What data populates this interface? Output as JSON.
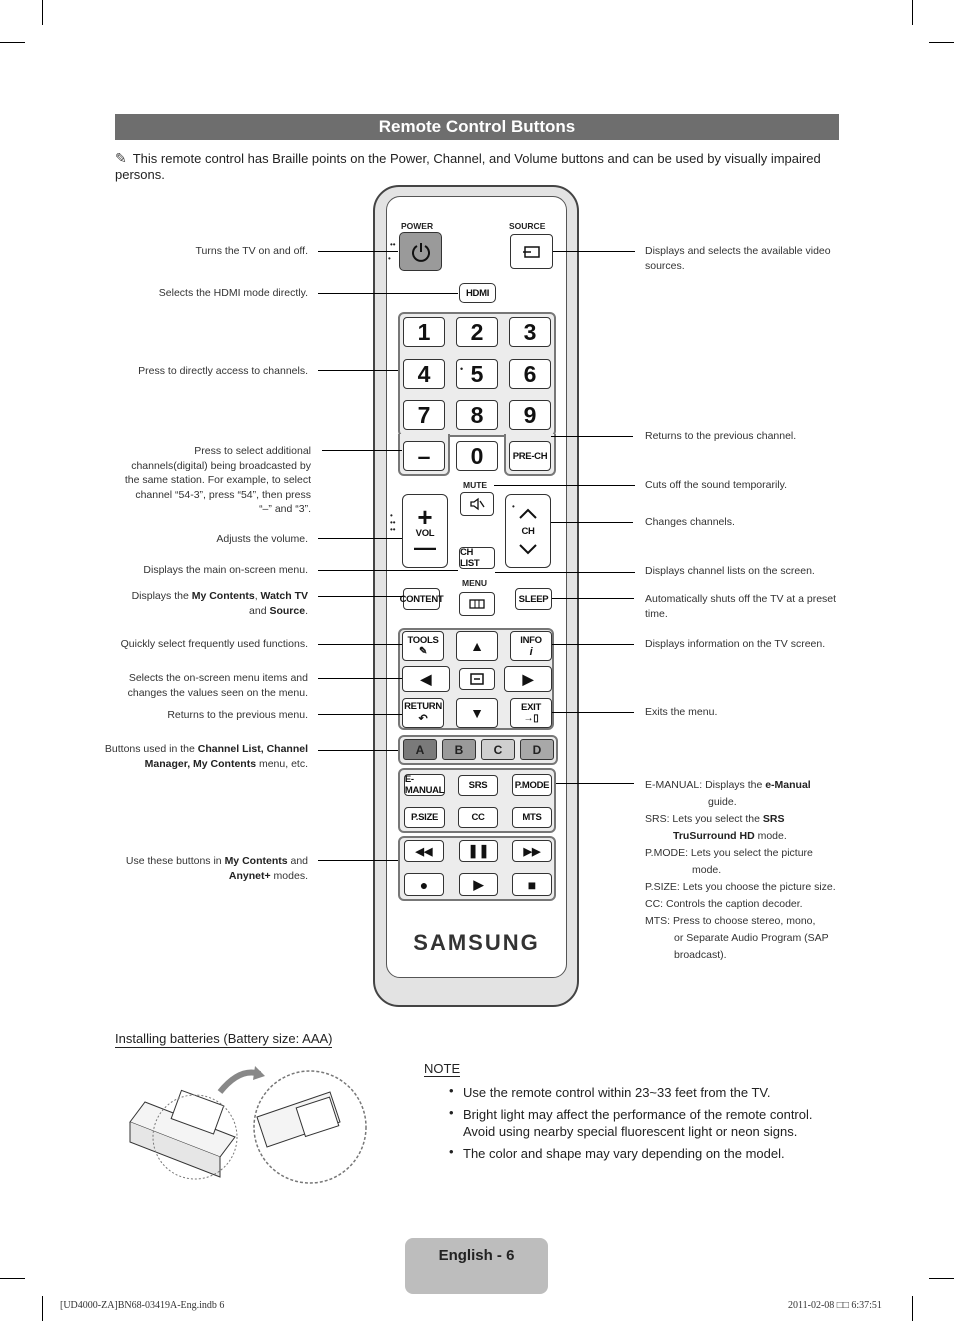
{
  "title": "Remote Control Buttons",
  "intro": "This remote control has Braille points on the Power, Channel, and Volume buttons and can be used by visually impaired persons.",
  "remote": {
    "power": "POWER",
    "source": "SOURCE",
    "hdmi": "HDMI",
    "digits": [
      "1",
      "2",
      "3",
      "4",
      "5",
      "6",
      "7",
      "8",
      "9"
    ],
    "dash": "–",
    "zero": "0",
    "prech": "PRE-CH",
    "mute": "MUTE",
    "vol": "VOL",
    "ch": "CH",
    "chlist": "CH LIST",
    "menu": "MENU",
    "content": "CONTENT",
    "sleep": "SLEEP",
    "tools": "TOOLS",
    "info": "INFO",
    "return": "RETURN",
    "exit": "EXIT",
    "abcd": [
      "A",
      "B",
      "C",
      "D"
    ],
    "emanual": "E-MANUAL",
    "srs": "SRS",
    "pmode": "P.MODE",
    "psize": "P.SIZE",
    "cc": "CC",
    "mts": "MTS",
    "logo": "SAMSUNG",
    "colors": {
      "a": "#7a7a7a",
      "b": "#9a9a9a",
      "c": "#cfcfcf",
      "d": "#a8a8a8"
    }
  },
  "left_labels": {
    "power": "Turns the TV on and off.",
    "hdmi": "Selects the HDMI mode directly.",
    "numbers": "Press to directly access to channels.",
    "dash": "Press to select additional channels(digital) being broadcasted by the same station. For example, to select channel “54-3”, press “54”, then press “–” and “3”.",
    "volume": "Adjusts the volume.",
    "menu": "Displays the main on-screen menu.",
    "content_pre": "Displays the ",
    "content_b1": "My Contents",
    "content_sep": ", ",
    "content_b2": "Watch TV",
    "content_and": " and ",
    "content_b3": "Source",
    "content_end": ".",
    "tools": "Quickly select frequently used functions.",
    "arrows": "Selects the on-screen menu items and changes the values seen on the menu.",
    "return": "Returns to the previous menu.",
    "abcd_pre": "Buttons used in the ",
    "abcd_b": "Channel List, Channel Manager, My Contents",
    "abcd_end": " menu, etc.",
    "media_pre": "Use these buttons in ",
    "media_b1": "My Contents",
    "media_and": " and ",
    "media_b2": "Anynet+",
    "media_end": " modes."
  },
  "right_labels": {
    "source": "Displays and selects the available video sources.",
    "prech": "Returns to the previous channel.",
    "mute": "Cuts off the sound temporarily.",
    "ch": "Changes channels.",
    "chlist": "Displays channel lists on the screen.",
    "sleep": "Automatically shuts off the TV at a preset time.",
    "info": "Displays information on the TV screen.",
    "exit": "Exits the menu.",
    "emanual_k": "E-MANUAL",
    "emanual_v": ": Displays the ",
    "emanual_b": "e-Manual",
    "emanual_g": "guide.",
    "srs_k": "SRS",
    "srs_v": ": Lets you select the ",
    "srs_b": "SRS",
    "srs_b2": "TruSurround HD",
    "srs_m": " mode.",
    "pmode_k": "P.MODE",
    "pmode_v": ": Lets you select the picture",
    "pmode_v2": "mode.",
    "psize_k": "P.SIZE",
    "psize_v": ": Lets you choose the picture size.",
    "cc_k": "CC",
    "cc_v": ": Controls the caption decoder.",
    "mts_k": "MTS",
    "mts_v": ": Press to choose stereo, mono,",
    "mts_v2": "or Separate Audio Program (SAP",
    "mts_v3": "broadcast)."
  },
  "batteries_title": "Installing batteries (Battery size: AAA)",
  "note_title": "NOTE",
  "notes": [
    "Use the remote control within 23~33 feet from the TV.",
    "Bright light may affect the performance of the remote control. Avoid using nearby special fluorescent light or neon signs.",
    "The color and shape may vary depending on the model."
  ],
  "page_label": "English - 6",
  "footer_left": "[UD4000-ZA]BN68-03419A-Eng.indb   6",
  "footer_right": "2011-02-08   □□ 6:37:51"
}
